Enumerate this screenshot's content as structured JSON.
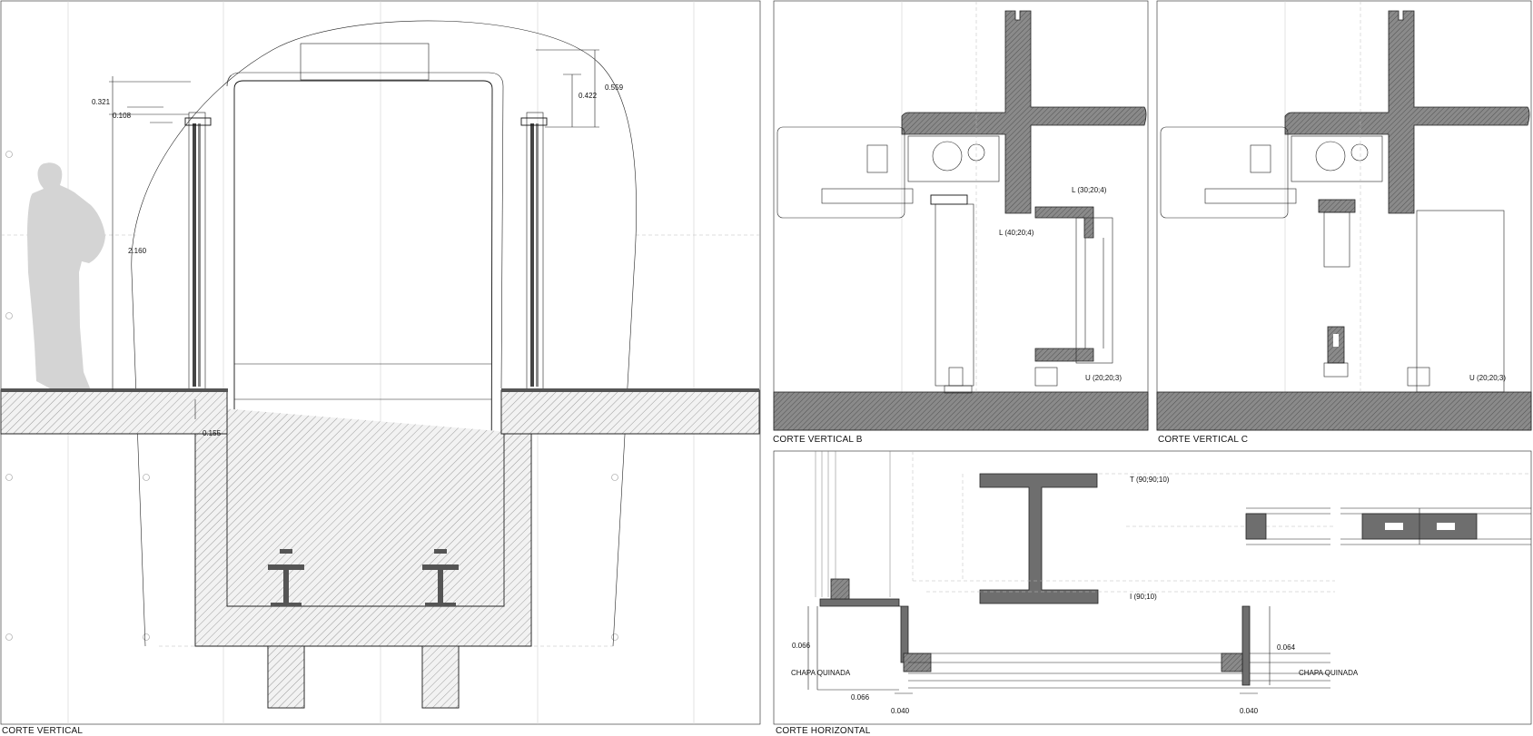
{
  "captions": {
    "vertical": "CORTE VERTICAL",
    "vertical_b": "CORTE VERTICAL B",
    "vertical_c": "CORTE VERTICAL C",
    "horizontal": "CORTE HORIZONTAL"
  },
  "dimensions": {
    "d1": "0.321",
    "d2": "0.108",
    "d3": "2.160",
    "d4": "0.155",
    "d5": "0.422",
    "d6": "0.559",
    "h1": "0.066",
    "h2": "0.066",
    "h3": "0.040",
    "h4": "0.064",
    "h5": "0.040"
  },
  "annotations": {
    "b_l1": "L  (30;20;4)",
    "b_l2": "L  (40;20;4)",
    "b_u": "U  (20;20;3)",
    "c_u": "U  (20;20;3)",
    "h_t": "T  (90;90;10)",
    "h_i": "I  (90;10)",
    "h_chapa_left": "CHAPA QUINADA",
    "h_chapa_right": "CHAPA QUINADA"
  },
  "colors": {
    "line": "#111111",
    "steel": "#6e6e6e",
    "figure": "#d4d4d4",
    "grid": "#d0d0d0"
  }
}
